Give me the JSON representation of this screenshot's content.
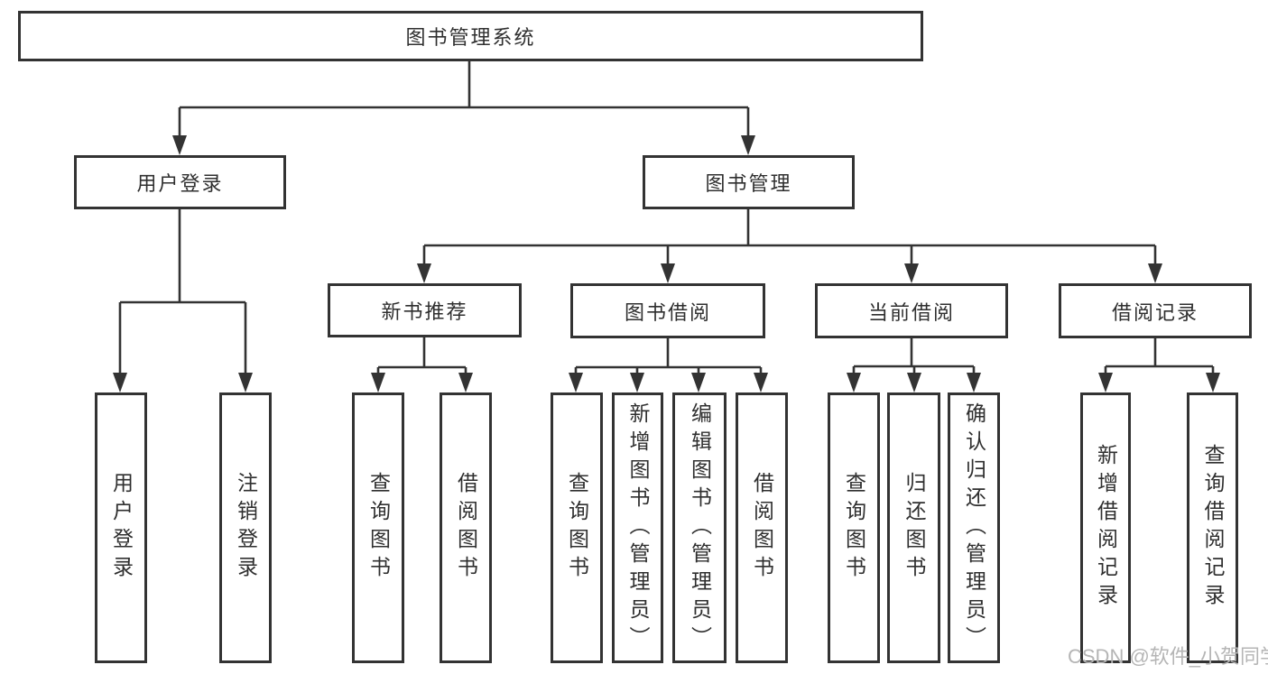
{
  "tree": {
    "root": "图书管理系统",
    "children": [
      {
        "label": "用户登录",
        "leaves": [
          "用户登录",
          "注销登录"
        ]
      },
      {
        "label": "图书管理",
        "groups": [
          {
            "label": "新书推荐",
            "leaves": [
              "查询图书",
              "借阅图书"
            ]
          },
          {
            "label": "图书借阅",
            "leaves": [
              "查询图书",
              "新增图书（管理员）",
              "编辑图书（管理员）",
              "借阅图书"
            ]
          },
          {
            "label": "当前借阅",
            "leaves": [
              "查询图书",
              "归还图书",
              "确认归还（管理员）"
            ]
          },
          {
            "label": "借阅记录",
            "leaves": [
              "新增借阅记录",
              "查询借阅记录"
            ]
          }
        ]
      }
    ]
  },
  "watermark": {
    "text": "CSDN @软件_小贺同学"
  },
  "colors": {
    "line": "#333333",
    "box_border": "#333333",
    "watermark": "#b5b5b5"
  }
}
